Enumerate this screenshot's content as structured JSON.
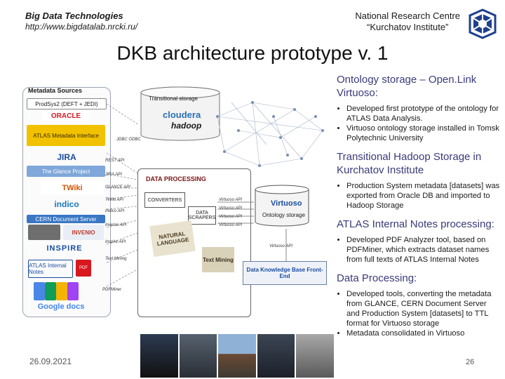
{
  "header": {
    "left_title": "Big Data Technologies",
    "left_url": "http://www.bigdatalab.nrcki.ru/",
    "right_line1": "National Research Centre",
    "right_line2": "“Kurchatov Institute”"
  },
  "title": "DKB architecture prototype v. 1",
  "diagram": {
    "metadata_sources_label": "Metadata Sources",
    "sources": [
      "ProdSys2 (DEFT + JEDI)",
      "ORACLE",
      "ATLAS Metadata Interface",
      "JIRA",
      "The Glance Project",
      "TWiki",
      "indico",
      "CERN Document Server",
      "INVENIO",
      "INSPIRE",
      "ATLAS Internal Notes",
      "PDF",
      "Google docs"
    ],
    "transitional_storage": "Transitional storage",
    "cloudera": "cloudera",
    "hadoop": "hadoop",
    "data_processing": "DATA PROCESSING",
    "converters": "CONVERTERS",
    "data_scrapers": "DATA SCRAPERS",
    "natural_language": "NATURAL LANGUAGE",
    "text_mining": "Text Mining",
    "virtuoso": "Virtuoso",
    "ontology_storage": "Ontology storage",
    "dkb_frontend": "Data Knowledge Base Front-End",
    "apis": [
      "JDBC ODBC",
      "REST API",
      "JIRA API",
      "GLANCE API",
      "TWiki API",
      "Indico API",
      "Invenio API",
      "Inspire API",
      "Text Mining",
      "PDFMiner"
    ],
    "virtuoso_apis": [
      "Virtuoso API",
      "Virtuoso API",
      "Virtuoso API",
      "Virtuoso API",
      "Virtuoso API"
    ]
  },
  "sections": [
    {
      "heading": "Ontology storage – Open.Link Virtuoso:",
      "bullets": [
        "Developed first prototype of the ontology for ATLAS Data Analysis.",
        "Virtuoso ontology storage installed in Tomsk Polytechnic University"
      ]
    },
    {
      "heading": "Transitional Hadoop Storage in Kurchatov Institute",
      "bullets": [
        "Production System metadata [datasets] was exported from Oracle DB and imported to Hadoop Storage"
      ]
    },
    {
      "heading": "ATLAS Internal Notes processing:",
      "bullets": [
        "Developed PDF Analyzer tool, based on PDFMiner, which extracts dataset names from full texts of ATLAS Internal Notes"
      ]
    },
    {
      "heading": "Data Processing:",
      "bullets": [
        "Developed tools, converting the metadata from GLANCE, CERN Document Server and Production System [datasets] to TTL format for Virtuoso storage",
        "Metadata consolidated in Virtuoso"
      ]
    }
  ],
  "footer": {
    "date": "26.09.2021",
    "page": "26"
  }
}
